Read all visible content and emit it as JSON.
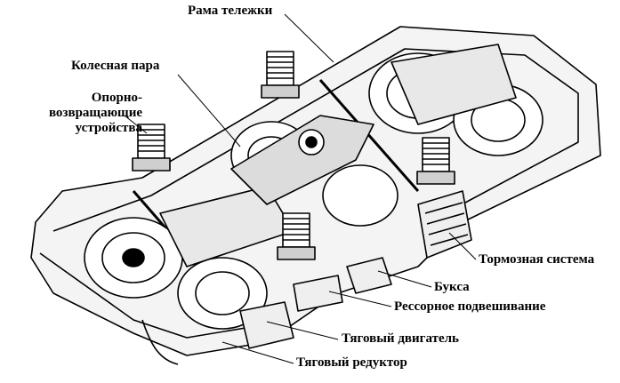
{
  "figure": {
    "labels": {
      "frame": "Рама тележки",
      "wheelset": "Колесная пара",
      "support_return_devices": [
        "Опорно-",
        "возвращающие",
        "устройства"
      ],
      "brake_system": "Тормозная система",
      "axle_box": "Букса",
      "spring_suspension": "Рессорное подвешивание",
      "traction_motor": "Тяговый двигатель",
      "traction_gearbox": "Тяговый редуктор"
    }
  }
}
